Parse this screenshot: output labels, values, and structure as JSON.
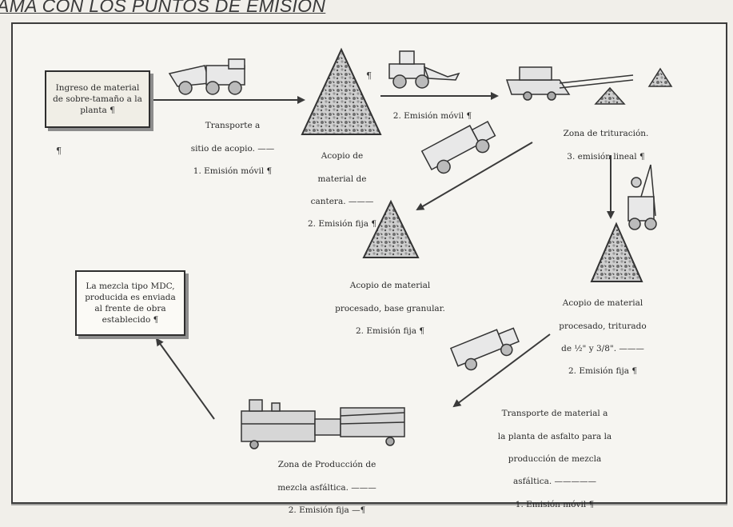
{
  "title": "AMA CON LOS PUNTOS DE EMISION",
  "boxes": {
    "ingreso": [
      "Ingreso de material",
      "de sobre-tamaño a la",
      "planta ¶"
    ],
    "mezcla": [
      "La mezcla tipo MDC,",
      "producida es",
      "enviada al frente de",
      "obra establecido ¶"
    ]
  },
  "labels": {
    "transporte_acopio": [
      "Transporte a",
      "sitio de acopio. ——",
      "1. Emisión móvil ¶"
    ],
    "emision_movil_2": [
      "2. Emisión móvil ¶"
    ],
    "acopio_cantera": [
      "Acopio de",
      "material de",
      "cantera. ———",
      "2. Emisión fija ¶"
    ],
    "zona_trituracion": [
      "Zona de trituración.",
      "3. emisión lineal ¶"
    ],
    "acopio_base": [
      "Acopio de material",
      "procesado, base granular.",
      "2. Emisión fija ¶"
    ],
    "acopio_triturado": [
      "Acopio de material",
      "procesado, triturado",
      "de ½\" y 3/8\". ———",
      "2. Emisión fija ¶"
    ],
    "transporte_asfalto": [
      "Transporte de material a",
      "la planta de asfalto para la",
      "producción de mezcla",
      "asfáltica. —————",
      "1. Emisión móvil ¶"
    ],
    "zona_produccion": [
      "Zona de Producción de",
      "mezcla asfáltica. ———",
      "2. Emisión fija —¶"
    ]
  },
  "marks": {
    "pilcrow_left": "¶",
    "pilcrow_top": "¶"
  }
}
